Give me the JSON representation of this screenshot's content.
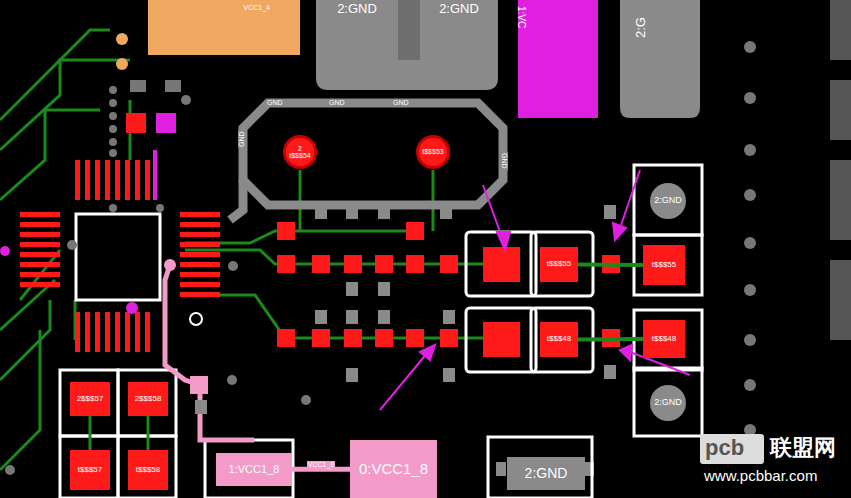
{
  "diagram": {
    "nodes": [
      {
        "text": [
          "VCC1_4"
        ]
      },
      {
        "text": [
          "2:GND"
        ]
      },
      {
        "text": [
          "2:GND"
        ]
      },
      {
        "text": [
          "2",
          "t$$$54"
        ]
      },
      {
        "text": [
          "t$$$53"
        ]
      },
      {
        "text": [
          "t$$$55"
        ]
      },
      {
        "text": [
          "t$$$55"
        ]
      },
      {
        "text": [
          "2:GND"
        ]
      },
      {
        "text": [
          "t$$$48"
        ]
      },
      {
        "text": [
          "t$$$48"
        ]
      },
      {
        "text": [
          "2:GND"
        ]
      },
      {
        "text": [
          "2$$$57"
        ]
      },
      {
        "text": [
          "2$$$58"
        ]
      },
      {
        "text": [
          "t$$$57"
        ]
      },
      {
        "text": [
          "t$$$58"
        ]
      },
      {
        "text": [
          "1:VCC1_8"
        ]
      },
      {
        "text": [
          "0:VCC1_8"
        ]
      },
      {
        "text": [
          "2:GND"
        ]
      }
    ],
    "edges": [
      {
        "from": 5,
        "to": 6,
        "arrow": "none"
      },
      {
        "from": 8,
        "to": 9,
        "arrow": "none"
      },
      {
        "from": 15,
        "to": 16,
        "label": "VCC1_8",
        "arrow": "none"
      },
      {
        "from": 11,
        "to": 13,
        "arrow": "none"
      },
      {
        "from": 12,
        "to": 14,
        "arrow": "none"
      }
    ],
    "labels": [
      "1:VC",
      "2:G",
      "GND",
      "GND",
      "GND",
      "GND",
      "GND",
      "pcb",
      "联盟网",
      "www.pcbbar.com"
    ]
  }
}
